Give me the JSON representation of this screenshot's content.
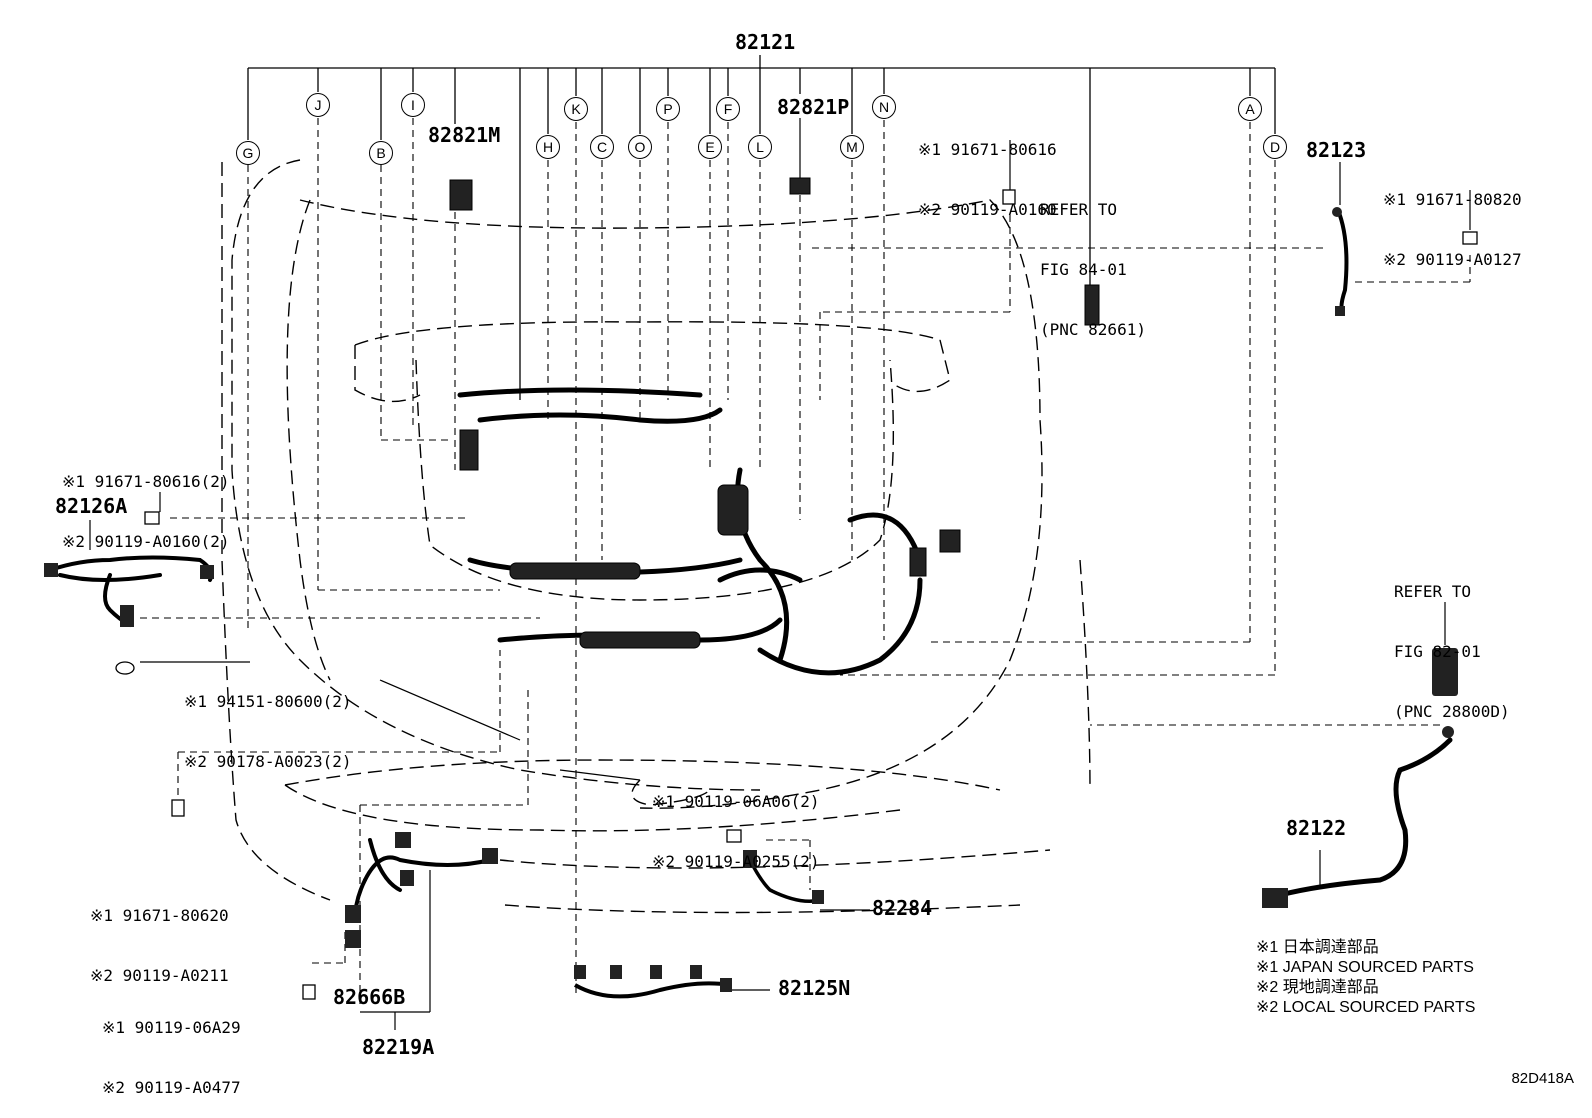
{
  "main_part": "82121",
  "callouts": [
    "G",
    "J",
    "B",
    "I",
    "H",
    "K",
    "C",
    "O",
    "P",
    "E",
    "F",
    "L",
    "M",
    "N",
    "A",
    "D"
  ],
  "parts": {
    "p82821M": "82821M",
    "p82821P": "82821P",
    "p82123": "82123",
    "p82126A": "82126A",
    "p82122": "82122",
    "p82284": "82284",
    "p82125N": "82125N",
    "p82666B": "82666B",
    "p82219A": "82219A"
  },
  "notes": {
    "n_top_center": [
      "※1 91671-80616",
      "※2 90119-A0160"
    ],
    "n_82123": [
      "※1 91671-80820",
      "※2 90119-A0127"
    ],
    "n_left_upper": [
      "※1 91671-80616(2)",
      "※2 90119-A0160(2)"
    ],
    "n_left_mid": [
      "※1 94151-80600(2)",
      "※2 90178-A0023(2)"
    ],
    "n_center_bolt": [
      "※1 90119-06A06(2)",
      "※2 90119-A0255(2)"
    ],
    "n_left_low": [
      "※1 91671-80620",
      "※2 90119-A0211"
    ],
    "n_bottom_left": [
      "※1 90119-06A29",
      "※2 90119-A0477"
    ]
  },
  "refs": {
    "ref_84": [
      "REFER TO",
      "FIG 84-01",
      "(PNC 82661)"
    ],
    "ref_82": [
      "REFER TO",
      "FIG 82-01",
      "(PNC 28800D)"
    ]
  },
  "legend": [
    "※1 日本調達部品",
    "※1 JAPAN SOURCED PARTS",
    "※2 現地調達部品",
    "※2 LOCAL SOURCED PARTS"
  ],
  "diagram_code": "82D418A"
}
